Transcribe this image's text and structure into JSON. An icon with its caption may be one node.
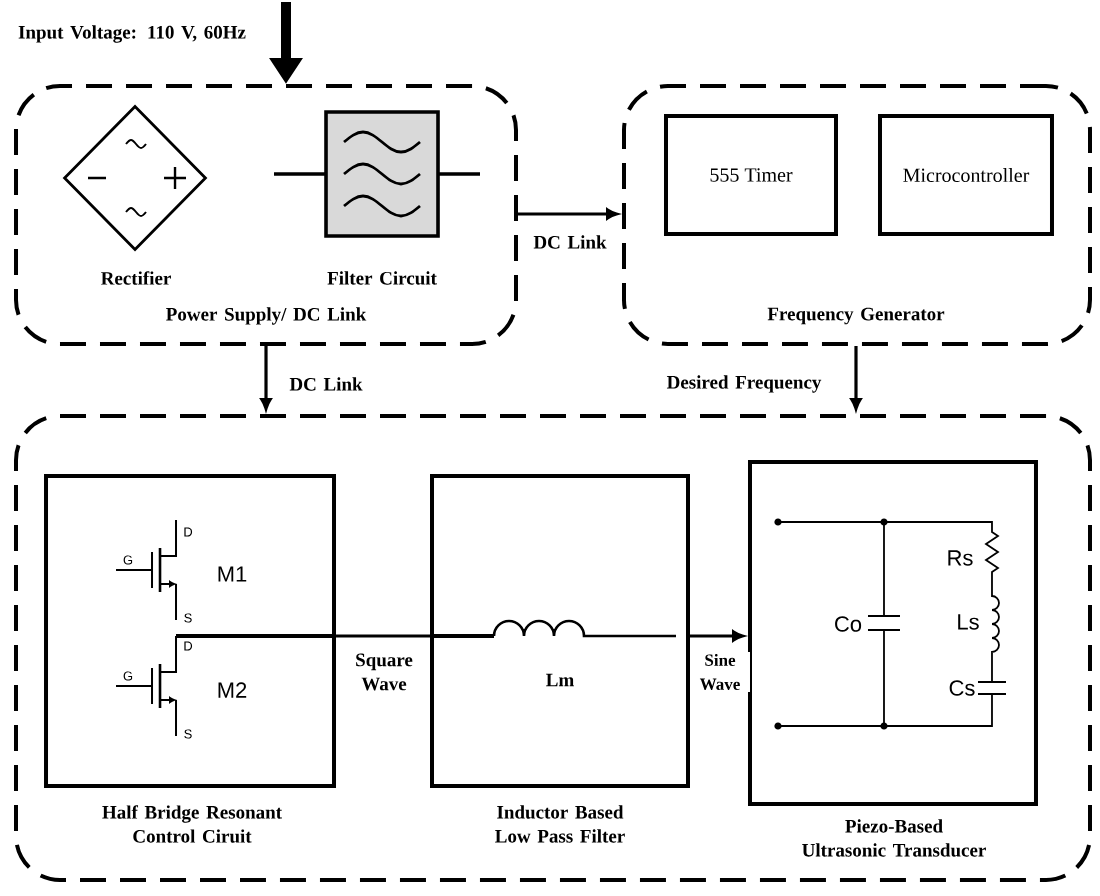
{
  "diagram": {
    "nodes": [
      {
        "text": [
          "Power Supply/ DC Link"
        ]
      },
      {
        "text": [
          "Rectifier"
        ],
        "in": 0
      },
      {
        "text": [
          "Filter Circuit"
        ],
        "in": 0
      },
      {
        "text": [
          "Frequency Generator"
        ]
      },
      {
        "text": [
          "555 Timer"
        ],
        "in": 3
      },
      {
        "text": [
          "Microcontroller"
        ],
        "in": 3
      },
      {
        "text": [],
        "shape": "box"
      },
      {
        "text": [
          "Half Bridge Resonant Control Ciruit"
        ],
        "in": 6
      },
      {
        "text": [
          "Inductor Based Low Pass Filter"
        ],
        "in": 6
      },
      {
        "text": [
          "Piezo-Based Ultrasonic Transducer"
        ],
        "in": 6
      }
    ],
    "edges": [
      {
        "from": null,
        "to": 0,
        "arrow": "to",
        "label": "Input Voltage: 110 V, 60Hz",
        "style": "thick"
      },
      {
        "from": 0,
        "to": 3,
        "arrow": "to",
        "label": "DC Link"
      },
      {
        "from": 0,
        "to": 6,
        "arrow": "to",
        "label": "DC Link"
      },
      {
        "from": 3,
        "to": 6,
        "arrow": "to",
        "label": "Desired Frequency"
      },
      {
        "from": 7,
        "to": 8,
        "arrow": "none",
        "label": "Square Wave"
      },
      {
        "from": 8,
        "to": 9,
        "arrow": "to",
        "label": "Sine Wave"
      }
    ],
    "labels": [
      "D",
      "G",
      "M1",
      "S",
      "D",
      "G",
      "M2",
      "S",
      "Lm",
      "Rs",
      "Co",
      "Ls",
      "Cs"
    ]
  }
}
